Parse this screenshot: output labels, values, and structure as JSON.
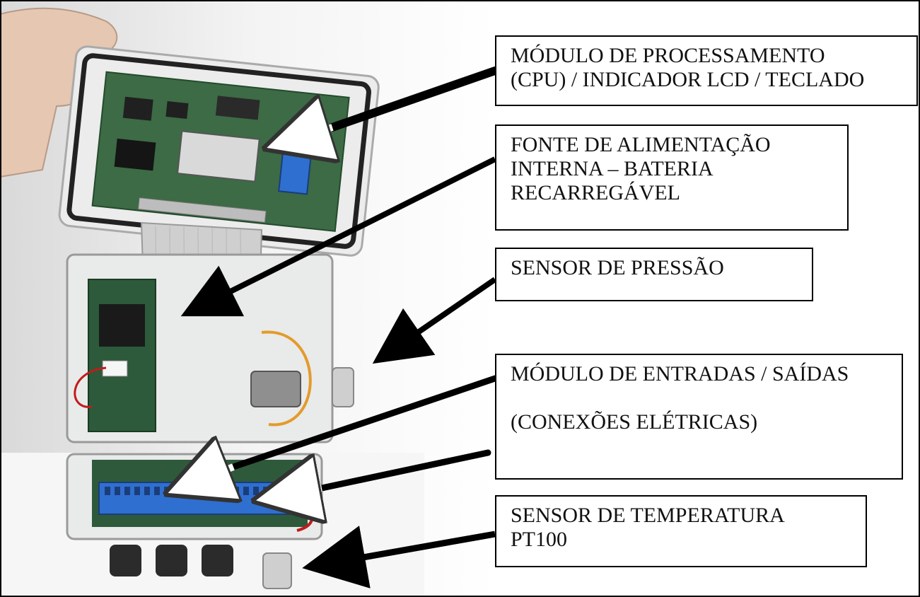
{
  "labels": {
    "cpu": [
      "MÓDULO DE PROCESSAMENTO",
      "(CPU) / INDICADOR LCD / TECLADO"
    ],
    "fonte": [
      "FONTE DE ALIMENTAÇÃO",
      "INTERNA – BATERIA",
      "RECARREGÁVEL"
    ],
    "pressao": [
      "SENSOR DE PRESSÃO"
    ],
    "io": [
      "MÓDULO DE ENTRADAS / SAÍDAS",
      "",
      "(CONEXÕES ELÉTRICAS)"
    ],
    "temp": [
      "SENSOR DE TEMPERATURA",
      "PT100"
    ]
  },
  "colors": {
    "terminal_block": "#2f6fd0",
    "pcb_green": "#3c6b45",
    "ribbon_cable": "#cfcfcf",
    "enclosure": "#e9eaea",
    "arrow_black": "#000000",
    "arrow_white": "#ffffff"
  }
}
